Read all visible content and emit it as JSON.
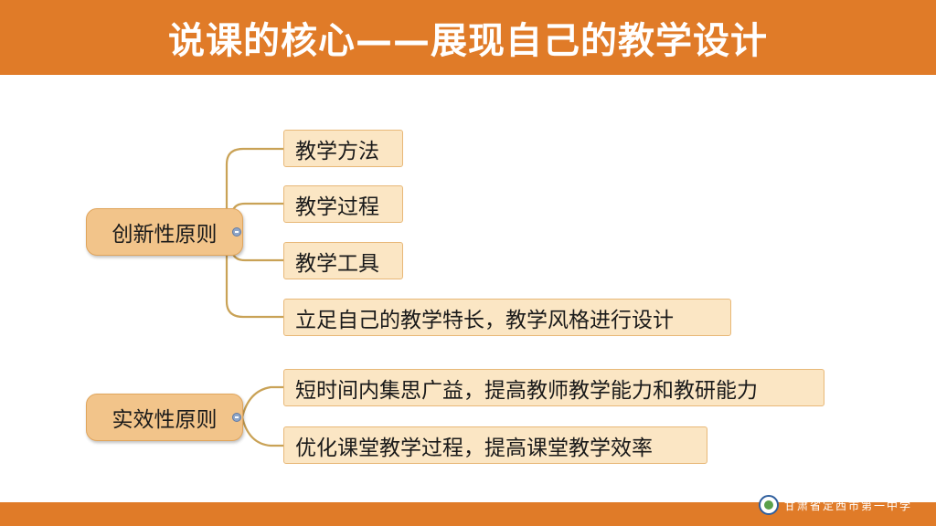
{
  "header": {
    "title": "说课的核心——展现自己的教学设计"
  },
  "mindmap": {
    "branches": [
      {
        "label": "创新性原则",
        "children": [
          "教学方法",
          "教学过程",
          "教学工具",
          "立足自己的教学特长，教学风格进行设计"
        ]
      },
      {
        "label": "实效性原则",
        "children": [
          "短时间内集思广益，提高教师教学能力和教研能力",
          "优化课堂教学过程，提高课堂教学效率"
        ]
      }
    ]
  },
  "footer": {
    "school_name": "甘肃省定西市第一中学"
  },
  "colors": {
    "accent": "#e07b28",
    "root_fill": "#f2c48a",
    "node_fill": "#fbe6c4",
    "connector": "#c9a256"
  }
}
